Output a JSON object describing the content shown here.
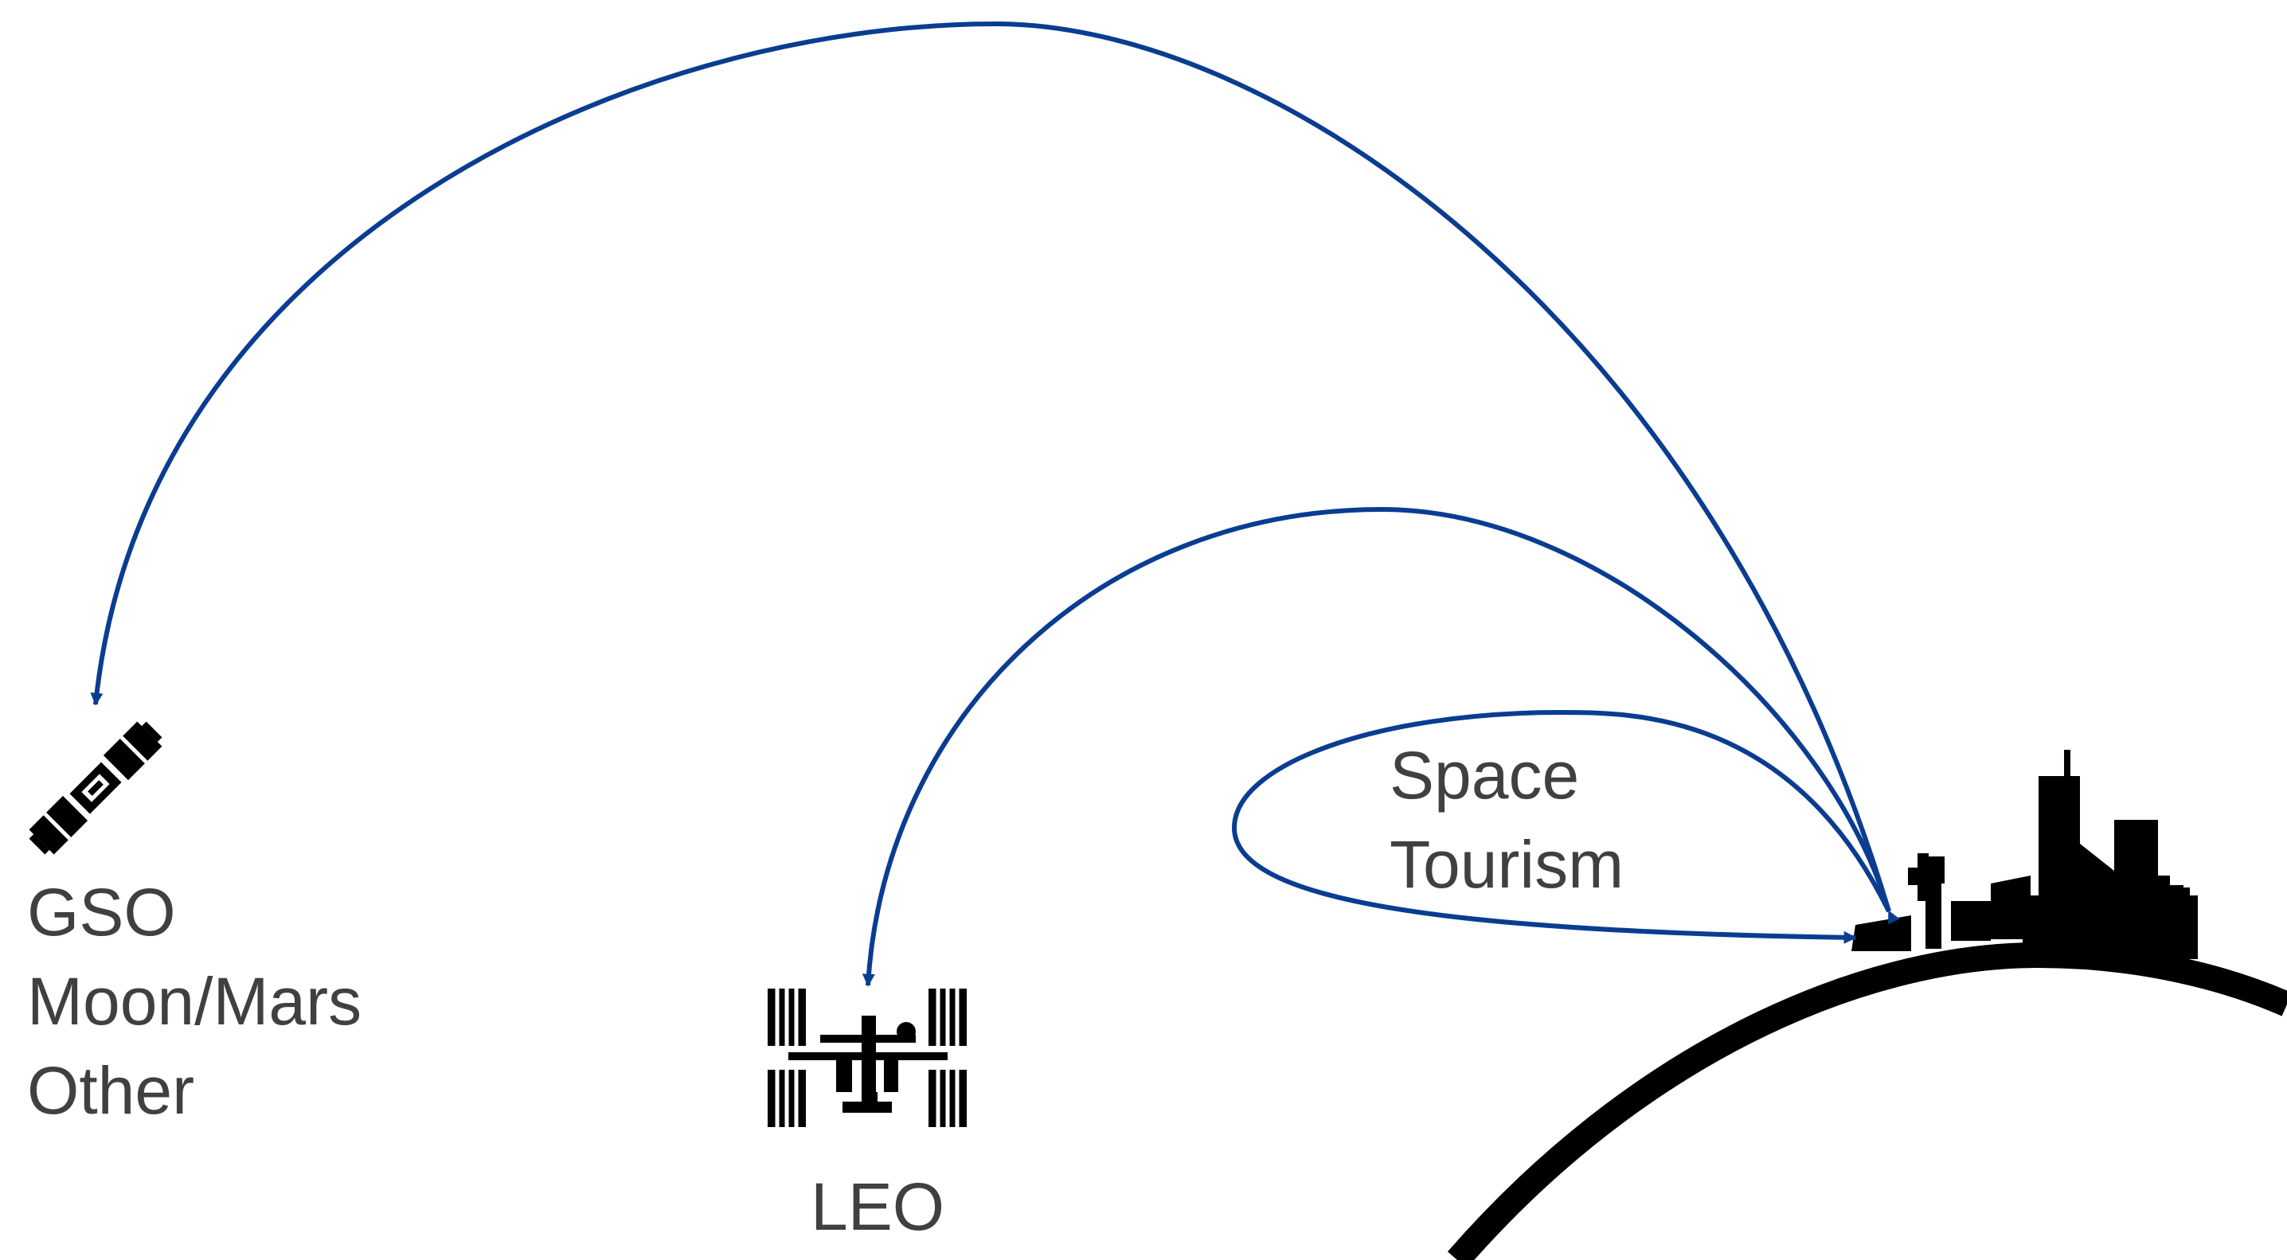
{
  "colors": {
    "arrow": "#0a3d91",
    "silhouette": "#000000",
    "text": "#404040"
  },
  "destinations": {
    "gso_group": {
      "lines": [
        "GSO",
        "Moon/Mars",
        "Other"
      ],
      "icon": "satellite-icon"
    },
    "leo": {
      "label": "LEO",
      "icon": "space-station-icon"
    },
    "suborbital": {
      "lines": [
        "Space",
        "Tourism"
      ]
    }
  },
  "origin": {
    "icon": "city-skyline-icon",
    "surface": "earth-curve"
  }
}
